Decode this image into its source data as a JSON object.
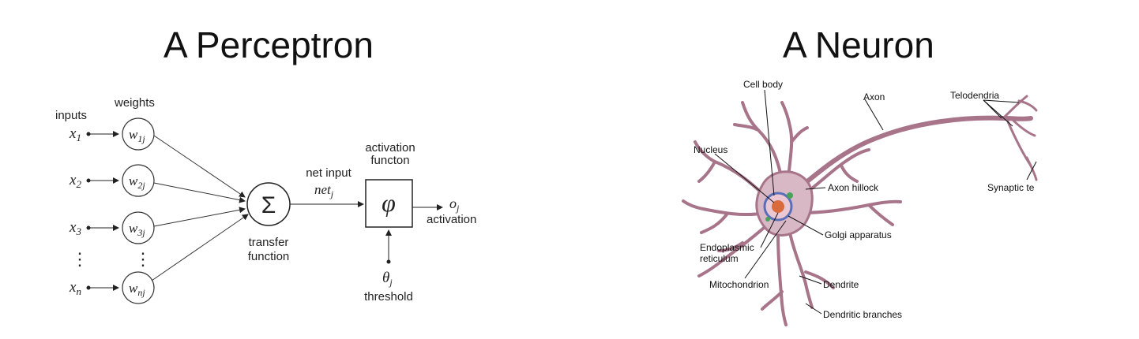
{
  "titles": {
    "left": "A Perceptron",
    "right": "A Neuron"
  },
  "perceptron": {
    "inputs_label": "inputs",
    "weights_label": "weights",
    "inputs": [
      {
        "base": "x",
        "sub": "1"
      },
      {
        "base": "x",
        "sub": "2"
      },
      {
        "base": "x",
        "sub": "3"
      },
      {
        "base": "x",
        "sub": "n"
      }
    ],
    "weights": [
      {
        "base": "w",
        "sub": "1j"
      },
      {
        "base": "w",
        "sub": "2j"
      },
      {
        "base": "w",
        "sub": "3j"
      },
      {
        "base": "w",
        "sub": "nj"
      }
    ],
    "vertical_dots": "⋮",
    "sum_symbol": "Σ",
    "transfer_label_1": "transfer",
    "transfer_label_2": "function",
    "net_input_label": "net input",
    "net_base": "net",
    "net_sub": "j",
    "activation_func_label_1": "activation",
    "activation_func_label_2": "functon",
    "phi_symbol": "φ",
    "output_base": "o",
    "output_sub": "j",
    "activation_label": "activation",
    "theta_base": "θ",
    "theta_sub": "j",
    "threshold_label": "threshold"
  },
  "neuron": {
    "labels": {
      "cell_body": "Cell body",
      "axon": "Axon",
      "telodendria": "Telodendria",
      "nucleus": "Nucleus",
      "axon_hillock": "Axon hillock",
      "synaptic": "Synaptic te",
      "golgi": "Golgi apparatus",
      "endoplasmic_1": "Endoplasmic",
      "endoplasmic_2": "reticulum",
      "mitochondrion": "Mitochondrion",
      "dendrite": "Dendrite",
      "dendritic_branches": "Dendritic branches"
    },
    "colors": {
      "membrane": "#a7748a",
      "cytoplasm": "#d9b8c6",
      "nucleus": "#d96a3c",
      "er": "#5a6fb8"
    }
  }
}
